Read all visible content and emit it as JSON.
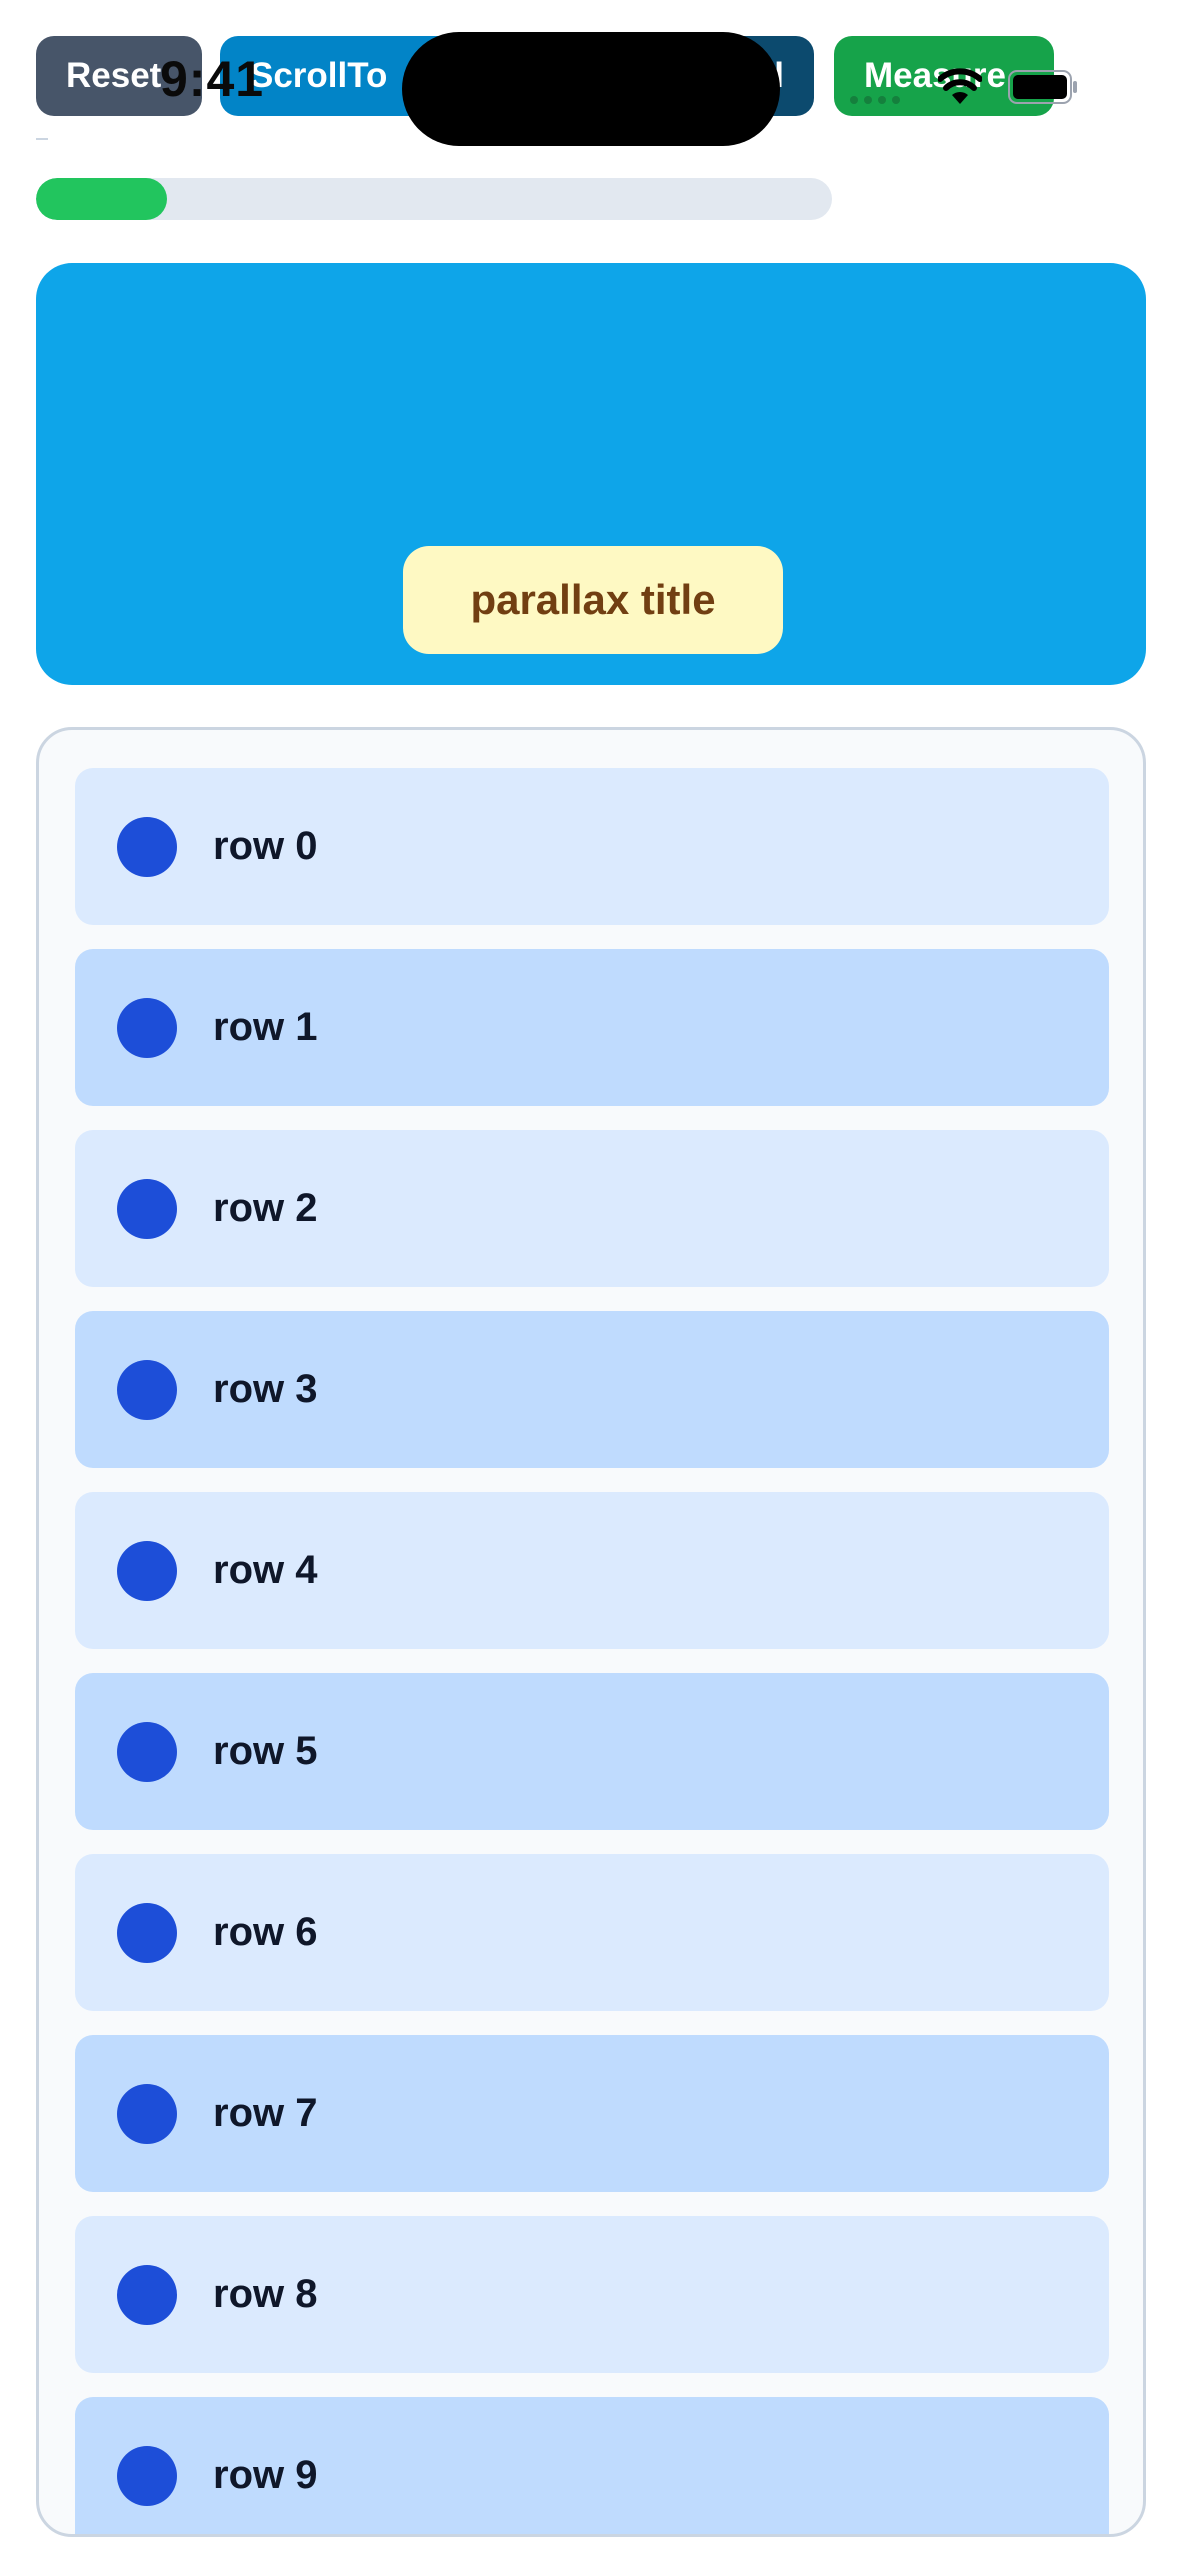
{
  "status_bar": {
    "time": "9:41"
  },
  "toolbar": {
    "reset_label": "Reset",
    "scroll_label": "ScrollTo",
    "hidden_label": "l",
    "measure_label": "Measure"
  },
  "progress": {
    "value_percent": 16.5,
    "color": "#22c55e",
    "track_color": "#e2e8f0"
  },
  "hero": {
    "title": "parallax title",
    "color": "#0ea5e9"
  },
  "list": {
    "rows": [
      {
        "label": "row 0"
      },
      {
        "label": "row 1"
      },
      {
        "label": "row 2"
      },
      {
        "label": "row 3"
      },
      {
        "label": "row 4"
      },
      {
        "label": "row 5"
      },
      {
        "label": "row 6"
      },
      {
        "label": "row 7"
      },
      {
        "label": "row 8"
      },
      {
        "label": "row 9"
      }
    ]
  }
}
